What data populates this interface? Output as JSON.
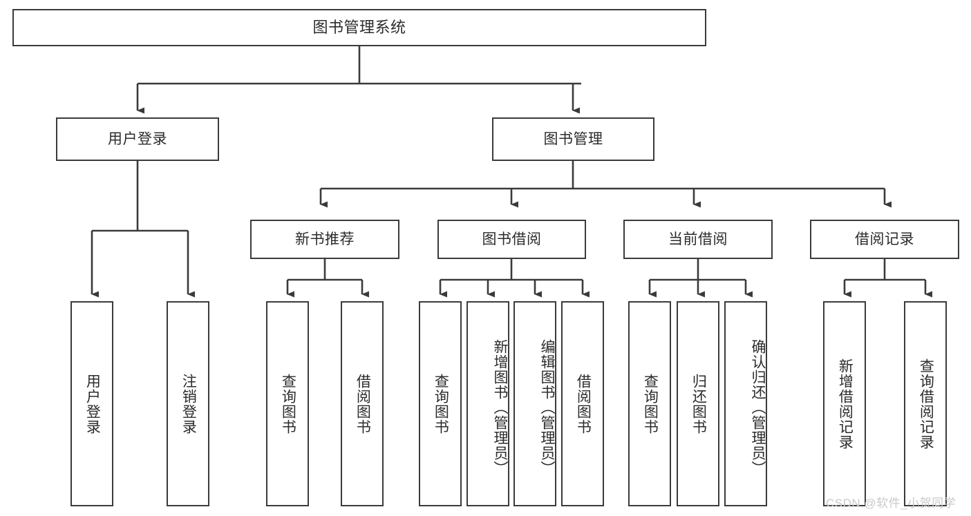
{
  "diagram": {
    "title": "图书管理系统",
    "type": "hierarchy-tree",
    "levels": 4,
    "line_color": "#3a3a3a",
    "text_color": "#2b2b2b",
    "background": "#ffffff"
  },
  "root": {
    "label": "图书管理系统"
  },
  "level2": [
    {
      "label": "用户登录"
    },
    {
      "label": "图书管理"
    }
  ],
  "level3": [
    {
      "label": "新书推荐"
    },
    {
      "label": "图书借阅"
    },
    {
      "label": "当前借阅"
    },
    {
      "label": "借阅记录"
    }
  ],
  "leaves": {
    "user_login": [
      {
        "label": "用户登录"
      },
      {
        "label": "注销登录"
      }
    ],
    "new_book": [
      {
        "label": "查询图书"
      },
      {
        "label": "借阅图书"
      }
    ],
    "book_borrow": [
      {
        "label": "查询图书"
      },
      {
        "label": "新增图书（管理员）"
      },
      {
        "label": "编辑图书（管理员）"
      },
      {
        "label": "借阅图书"
      }
    ],
    "current_borrow": [
      {
        "label": "查询图书"
      },
      {
        "label": "归还图书"
      },
      {
        "label": "确认归还（管理员）"
      }
    ],
    "borrow_record": [
      {
        "label": "新增借阅记录"
      },
      {
        "label": "查询借阅记录"
      }
    ]
  },
  "watermark": {
    "text": "CSDN @软件_小贺同学"
  }
}
